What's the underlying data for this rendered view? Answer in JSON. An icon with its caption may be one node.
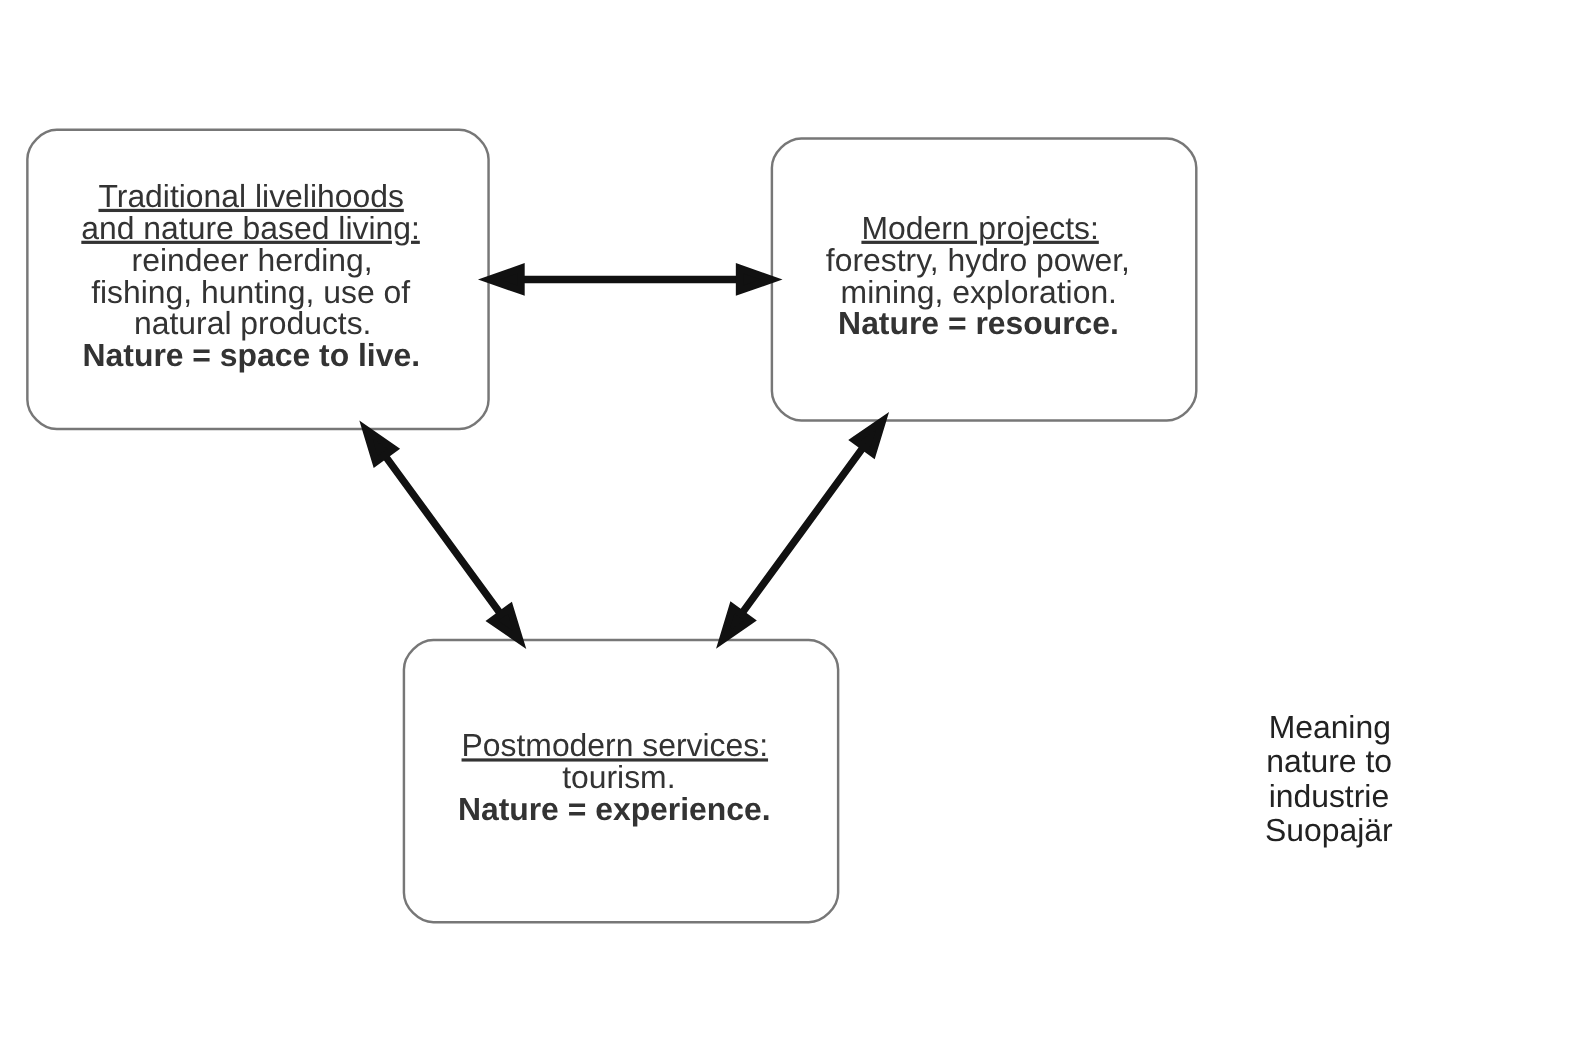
{
  "diagram": {
    "nodes": [
      {
        "text": [
          "Traditional livelihoods and nature based living:",
          "reindeer herding, fishing, hunting, use of natural products.",
          "Nature = space to live."
        ]
      },
      {
        "text": [
          "Modern projects:",
          "forestry, hydro power, mining, exploration.",
          "Nature = resource."
        ]
      },
      {
        "text": [
          "Postmodern services:",
          "tourism.",
          "Nature = experience."
        ]
      }
    ],
    "edges": [
      {
        "from": 0,
        "to": 1,
        "arrow": "both"
      },
      {
        "from": 0,
        "to": 2,
        "arrow": "both"
      },
      {
        "from": 1,
        "to": 2,
        "arrow": "both"
      }
    ],
    "labels": [
      "Meaning nature to industrie Suopajär"
    ]
  }
}
